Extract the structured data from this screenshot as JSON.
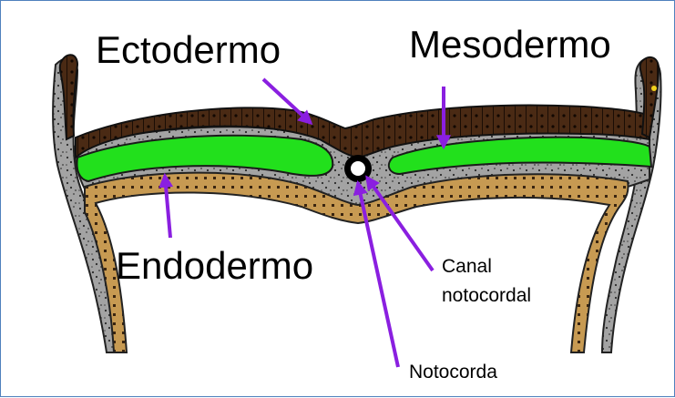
{
  "diagram": {
    "labels": {
      "ectoderm": "Ectodermo",
      "mesoderm": "Mesodermo",
      "endoderm": "Endodermo",
      "canal_line1": "Canal",
      "canal_line2": "notocordal",
      "notochord": "Notocorda"
    },
    "colors": {
      "ectoderm": "#4a2a14",
      "mesoderm": "#22e01c",
      "endoderm": "#c79a52",
      "mesenchyme": "#a0a0a0",
      "arrow": "#8a1fe0",
      "frame_border": "#4f81bd"
    }
  }
}
